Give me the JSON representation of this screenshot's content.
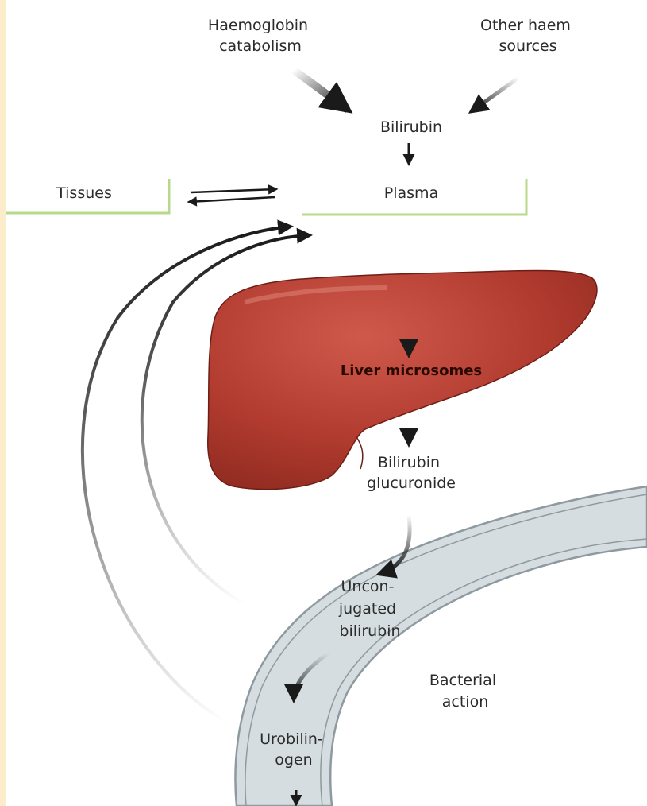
{
  "labels": {
    "haemoglobin_catabolism": [
      "Haemoglobin",
      "catabolism"
    ],
    "other_haem_sources": [
      "Other haem",
      "sources"
    ],
    "bilirubin": "Bilirubin",
    "tissues": "Tissues",
    "plasma": "Plasma",
    "liver_microsomes": "Liver microsomes",
    "bilirubin_glucuronide": [
      "Bilirubin",
      "glucuronide"
    ],
    "unconjugated_bilirubin": [
      "Uncon-",
      "jugated",
      "bilirubin"
    ],
    "bacterial_action": [
      "Bacterial",
      "action"
    ],
    "urobilinogen": [
      "Urobilin-",
      "ogen"
    ]
  },
  "colors": {
    "background_margin": "#fbeccb",
    "panel": "#ffffff",
    "liver": "#b03a2e",
    "liver_highlight": "#cf5a4c",
    "compartment_lines": "#b9d98a",
    "intestine_fill": "#d5dde0",
    "intestine_wall": "#8e9aa0",
    "arrow": "#1a1a1a"
  },
  "icons": {
    "liver": "liver-organ-icon",
    "intestine": "intestine-icon"
  }
}
